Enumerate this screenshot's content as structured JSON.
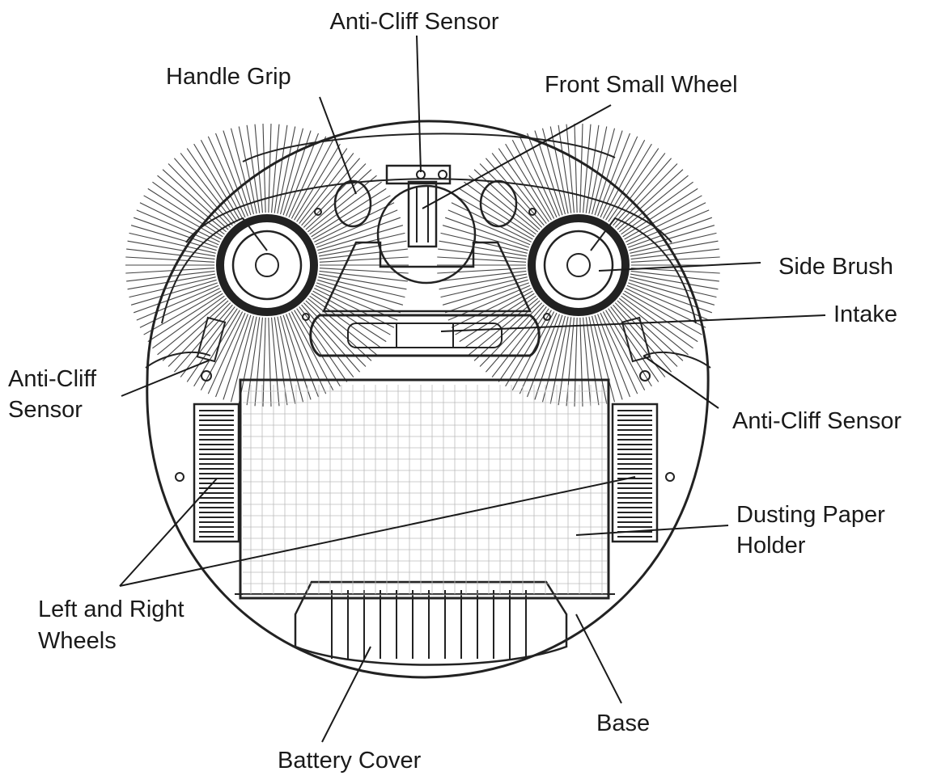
{
  "labels": {
    "anti_cliff_top": "Anti-Cliff Sensor",
    "handle_grip": "Handle Grip",
    "front_small_wheel": "Front Small Wheel",
    "side_brush": "Side Brush",
    "intake": "Intake",
    "anti_cliff_left_1": "Anti-Cliff",
    "anti_cliff_left_2": "Sensor",
    "anti_cliff_right": "Anti-Cliff Sensor",
    "dusting_paper_1": "Dusting Paper",
    "dusting_paper_2": "Holder",
    "wheels_1": "Left and Right",
    "wheels_2": "Wheels",
    "base": "Base",
    "battery_cover": "Battery Cover"
  }
}
